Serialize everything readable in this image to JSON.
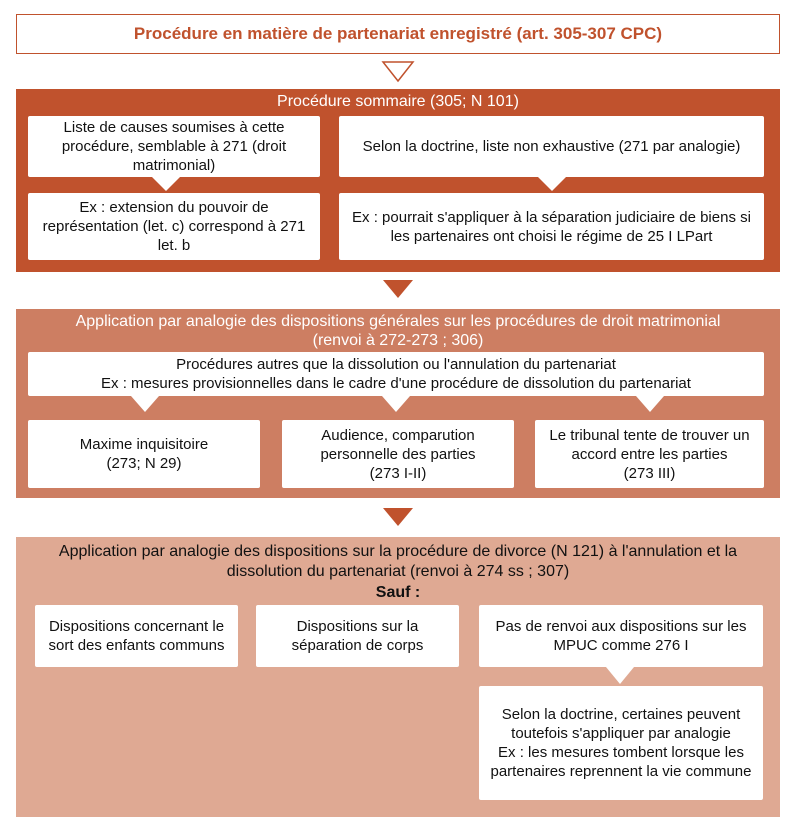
{
  "title": "Procédure en matière de partenariat enregistré (art. 305-307 CPC)",
  "colors": {
    "accent": "#c0522d",
    "panel1": "#c0522d",
    "panel2": "#cd7e62",
    "panel3": "#dfa993",
    "text_dark": "#111111",
    "text_light": "#ffffff"
  },
  "section1": {
    "title": "Procédure sommaire  (305; N 101)",
    "boxes": [
      "Liste de causes soumises à cette procédure, semblable à 271 (droit matrimonial)",
      "Selon la doctrine, liste non exhaustive (271 par analogie)",
      "Ex : extension du pouvoir de représentation (let. c) correspond à 271 let. b",
      "Ex : pourrait s'appliquer à la séparation judiciaire de biens si les partenaires ont choisi le régime de 25 I LPart"
    ]
  },
  "section2": {
    "title_line1": "Application par analogie des dispositions générales sur les procédures de droit matrimonial",
    "title_line2": "(renvoi à 272-273 ; 306)",
    "wide_box": "Procédures autres que la dissolution ou l'annulation du partenariat\nEx : mesures provisionnelles dans le cadre d'une procédure de dissolution du partenariat",
    "boxes": [
      "Maxime inquisitoire\n(273; N 29)",
      "Audience, comparution personnelle des parties\n(273 I-II)",
      "Le tribunal tente de trouver un accord entre les parties\n(273 III)"
    ]
  },
  "section3": {
    "title": "Application par analogie des dispositions sur la procédure de divorce (N 121) à l'annulation et la dissolution du partenariat (renvoi à 274 ss ; 307)",
    "sauf": "Sauf :",
    "boxes": [
      "Dispositions concernant le sort des enfants communs",
      "Dispositions sur la séparation de corps",
      "Pas de renvoi aux dispositions sur les MPUC comme 276 I",
      "Selon la doctrine, certaines peuvent toutefois s'appliquer par analogie\nEx : les mesures tombent lorsque les partenaires reprennent la vie commune"
    ]
  }
}
